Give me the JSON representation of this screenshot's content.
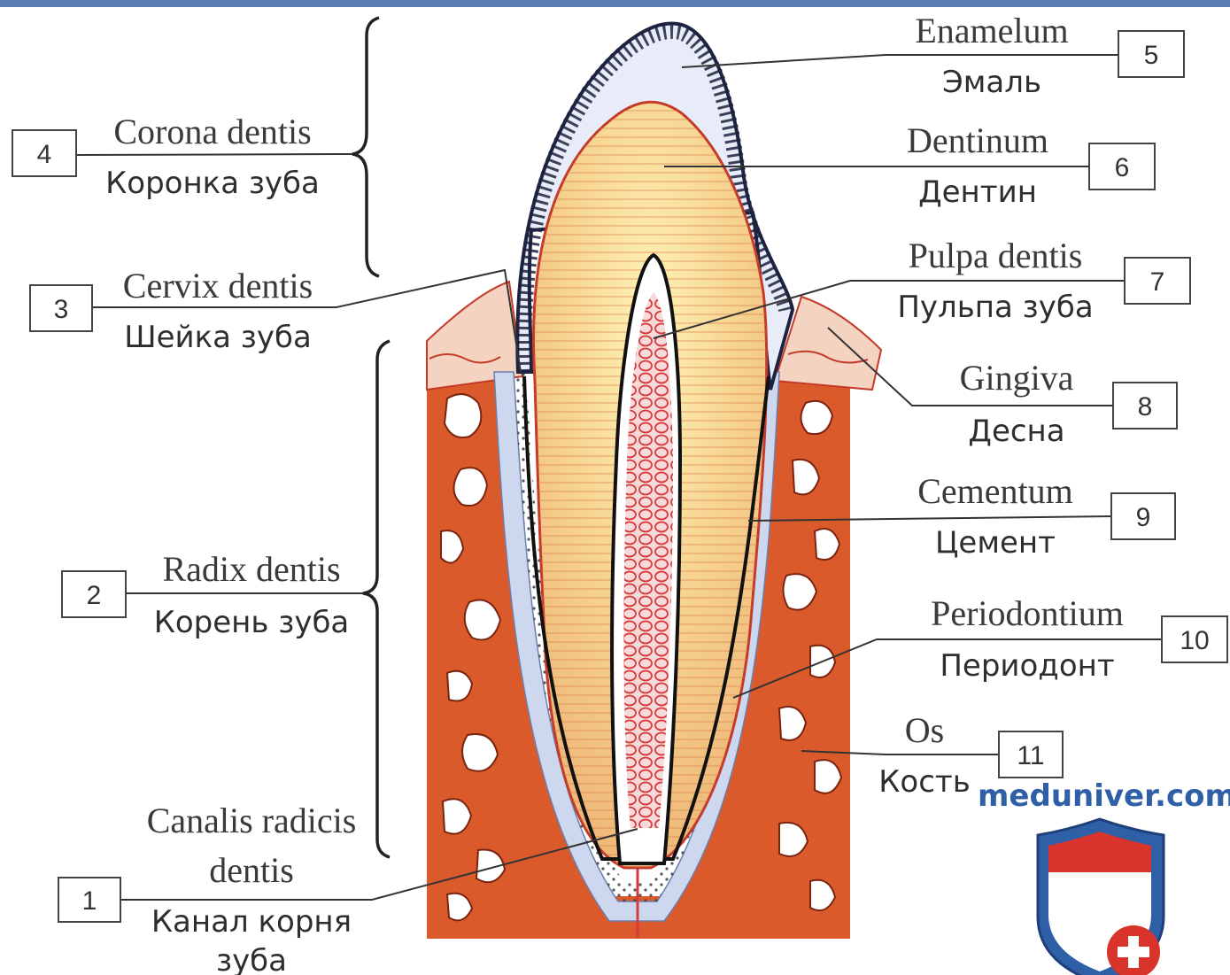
{
  "labels": [
    {
      "num": "1",
      "latin": "Canalis radicis",
      "latin2": "dentis",
      "russian": "Канал корня",
      "russian2": "зуба"
    },
    {
      "num": "2",
      "latin": "Radix dentis",
      "russian": "Корень зуба"
    },
    {
      "num": "3",
      "latin": "Cervix dentis",
      "russian": "Шейка зуба"
    },
    {
      "num": "4",
      "latin": "Corona dentis",
      "russian": "Коронка зуба"
    },
    {
      "num": "5",
      "latin": "Enamelum",
      "russian": "Эмаль"
    },
    {
      "num": "6",
      "latin": "Dentinum",
      "russian": "Дентин"
    },
    {
      "num": "7",
      "latin": "Pulpa dentis",
      "russian": "Пульпа зуба"
    },
    {
      "num": "8",
      "latin": "Gingiva",
      "russian": "Десна"
    },
    {
      "num": "9",
      "latin": "Cementum",
      "russian": "Цемент"
    },
    {
      "num": "10",
      "latin": "Periodontium",
      "russian": "Периодонт"
    },
    {
      "num": "11",
      "latin": "Os",
      "russian": "Кость"
    }
  ],
  "watermark": {
    "text": "meduniver.com",
    "color": "#2f5fa6",
    "logo": "shield-cross-icon"
  },
  "colors": {
    "bone": "#d9552a",
    "dentin": "#f2c27a",
    "pulp": "#e04a4a",
    "enamel": "#1d2340",
    "periodontium": "#c9d4ec"
  }
}
